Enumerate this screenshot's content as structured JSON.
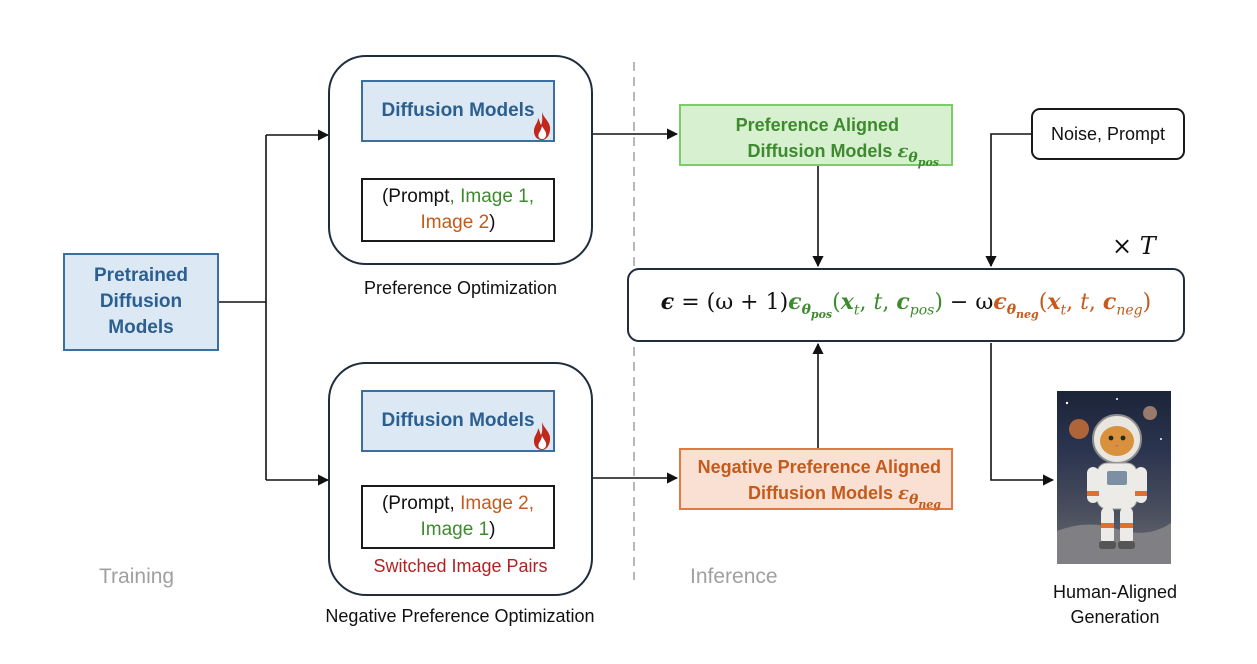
{
  "colors": {
    "blue_fill": "#dce8f4",
    "blue_border": "#3a6fa0",
    "blue_text": "#2b5f8f",
    "green_fill": "#d7f0cf",
    "green_text": "#3e8a2f",
    "orange_fill": "#fae0d2",
    "orange_text": "#c45a1c",
    "red_text": "#b22222",
    "grey_text": "#a0a0a0"
  },
  "pretrained": {
    "line1": "Pretrained",
    "line2": "Diffusion",
    "line3": "Models"
  },
  "top_group": {
    "model_label": "Diffusion Models",
    "input": {
      "open": "(Prompt",
      "img1": ", Image 1,",
      "img2": "Image 2",
      "close": ")"
    },
    "caption": "Preference Optimization"
  },
  "bottom_group": {
    "model_label": "Diffusion Models",
    "input": {
      "open": "(Prompt, ",
      "img2": "Image 2,",
      "img1": "Image 1",
      "close": ")"
    },
    "switched_label": "Switched Image Pairs",
    "caption": "Negative Preference Optimization"
  },
  "phase_labels": {
    "training": "Training",
    "inference": "Inference"
  },
  "pos_model": {
    "line1": "Preference Aligned",
    "line2": "Diffusion Models"
  },
  "neg_model": {
    "line1": "Negative Preference Aligned",
    "line2": "Diffusion Models"
  },
  "noise_prompt": "Noise, Prompt",
  "times_T": "× T",
  "output_caption": {
    "line1": "Human-Aligned",
    "line2": "Generation"
  },
  "icons": {
    "fire": "fire-icon",
    "output": "astronaut-cat-image"
  }
}
